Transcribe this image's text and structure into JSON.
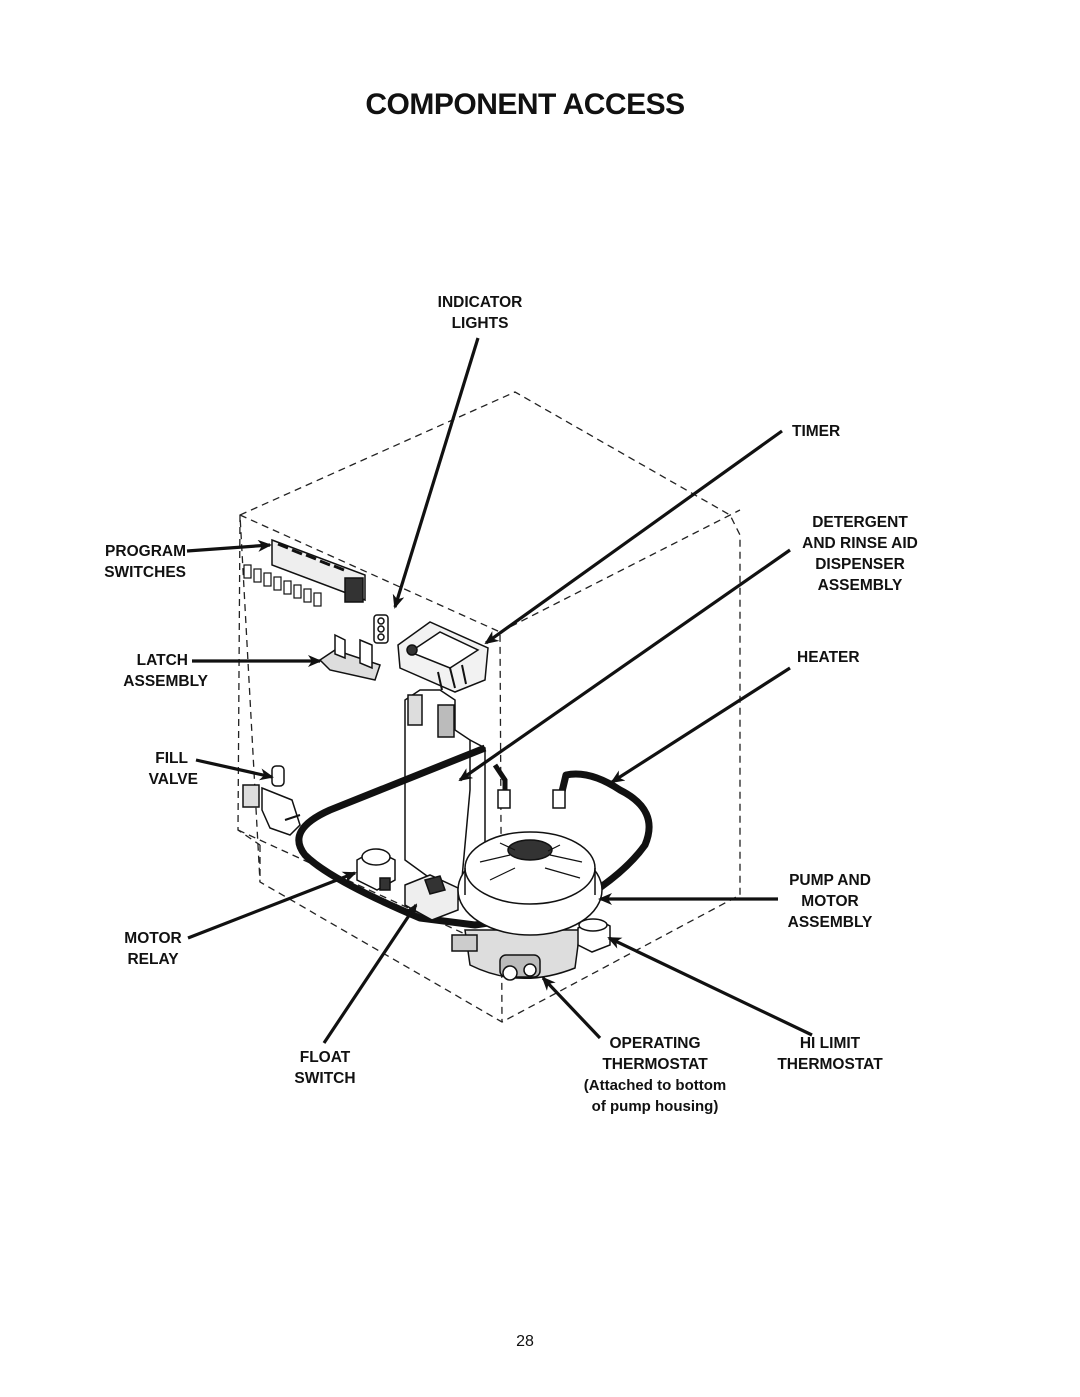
{
  "page_title": "COMPONENT ACCESS",
  "page_number": "28",
  "labels": {
    "indicator_lights": [
      "INDICATOR",
      "LIGHTS"
    ],
    "timer": [
      "TIMER"
    ],
    "program_switches": [
      "PROGRAM",
      "SWITCHES"
    ],
    "detergent_dispenser": [
      "DETERGENT",
      "AND RINSE AID",
      "DISPENSER",
      "ASSEMBLY"
    ],
    "latch_assembly": [
      "LATCH",
      "ASSEMBLY"
    ],
    "heater": [
      "HEATER"
    ],
    "fill_valve": [
      "FILL",
      "VALVE"
    ],
    "pump_motor": [
      "PUMP AND",
      "MOTOR",
      "ASSEMBLY"
    ],
    "motor_relay": [
      "MOTOR",
      "RELAY"
    ],
    "float_switch": [
      "FLOAT",
      "SWITCH"
    ],
    "operating_thermostat": [
      "OPERATING",
      "THERMOSTAT",
      "(Attached to bottom",
      "of pump housing)"
    ],
    "hi_limit_thermostat": [
      "HI LIMIT",
      "THERMOSTAT"
    ]
  }
}
